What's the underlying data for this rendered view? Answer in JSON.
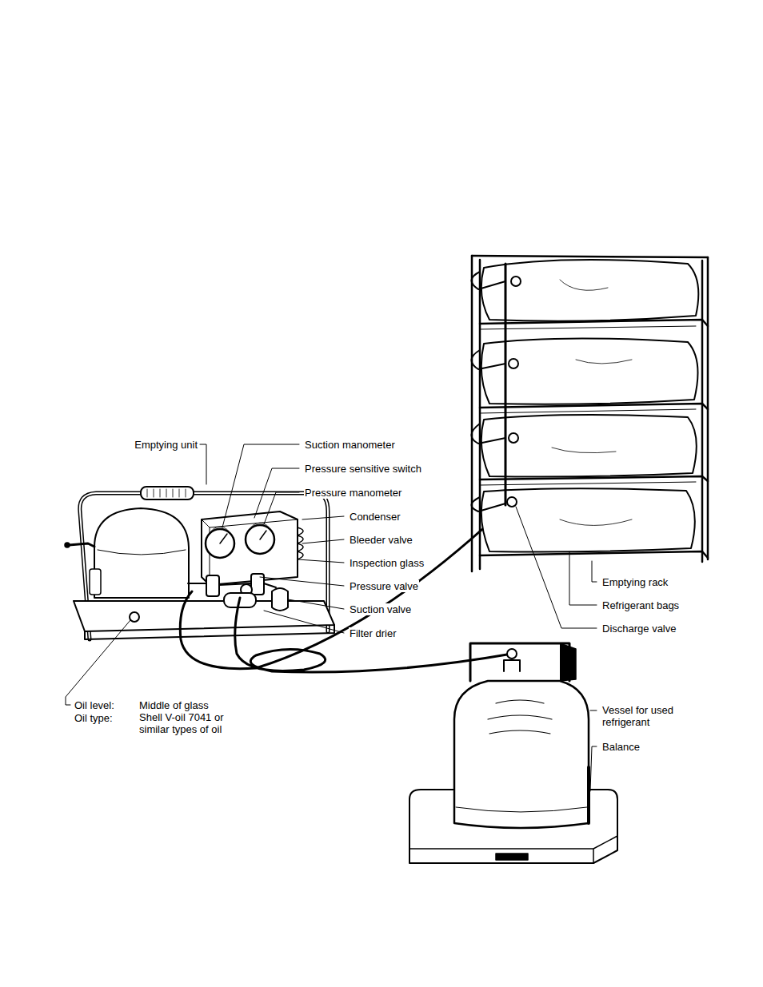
{
  "diagram": {
    "labels": [
      "Emptying unit",
      "Suction manometer",
      "Pressure sensitive switch",
      "Pressure manometer",
      "Condenser",
      "Bleeder valve",
      "Inspection glass",
      "Pressure valve",
      "Suction valve",
      "Filter drier",
      "Oil level:",
      "Middle of glass",
      "Oil type:",
      "Shell V-oil 7041 or similar types of oil",
      "Emptying rack",
      "Refrigerant bags",
      "Discharge valve",
      "Vessel for used refrigerant",
      "Balance"
    ]
  }
}
